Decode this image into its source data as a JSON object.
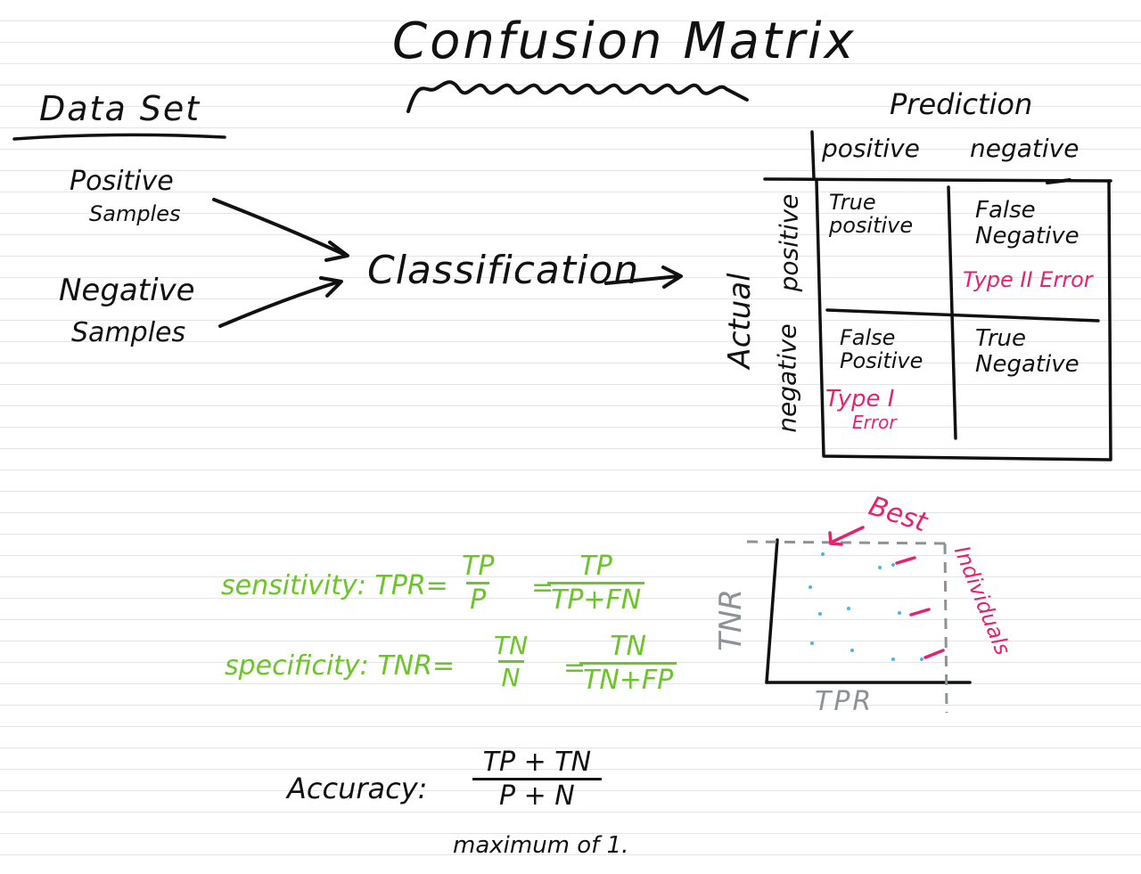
{
  "title": "Confusion Matrix",
  "dataset": {
    "heading": "Data Set",
    "positive_line1": "Positive",
    "positive_line2": "Samples",
    "negative_line1": "Negative",
    "negative_line2": "Samples"
  },
  "classification": "Classification",
  "matrix": {
    "prediction_label": "Prediction",
    "pred_positive": "positive",
    "pred_negative": "negative",
    "actual_label": "Actual",
    "actual_positive": "positive",
    "actual_negative": "negative",
    "tp_line1": "True",
    "tp_line2": "positive",
    "fn_line1": "False",
    "fn_line2": "Negative",
    "fn_error": "Type II Error",
    "fp_line1": "False",
    "fp_line2": "Positive",
    "fp_error_line1": "Type I",
    "fp_error_line2": "Error",
    "tn_line1": "True",
    "tn_line2": "Negative"
  },
  "formulas": {
    "sensitivity_label": "sensitivity: TPR=",
    "sens_num1": "TP",
    "sens_den1": "P",
    "sens_eq": "=",
    "sens_num2": "TP",
    "sens_den2": "TP+FN",
    "specificity_label": "specificity: TNR=",
    "spec_num1": "TN",
    "spec_den1": "N",
    "spec_eq": "=",
    "spec_num2": "TN",
    "spec_den2": "TN+FP"
  },
  "accuracy": {
    "label": "Accuracy:",
    "num": "TP + TN",
    "den": "P + N",
    "note": "maximum of 1."
  },
  "plot": {
    "y_label": "TNR",
    "x_label": "TPR",
    "best_label": "Best",
    "individuals_label": "Individuals"
  },
  "colors": {
    "ink": "#111111",
    "error": "#e8206e",
    "formula": "#6cc528",
    "plot_axis": "#8c9296",
    "dots": "#4db3e8"
  }
}
